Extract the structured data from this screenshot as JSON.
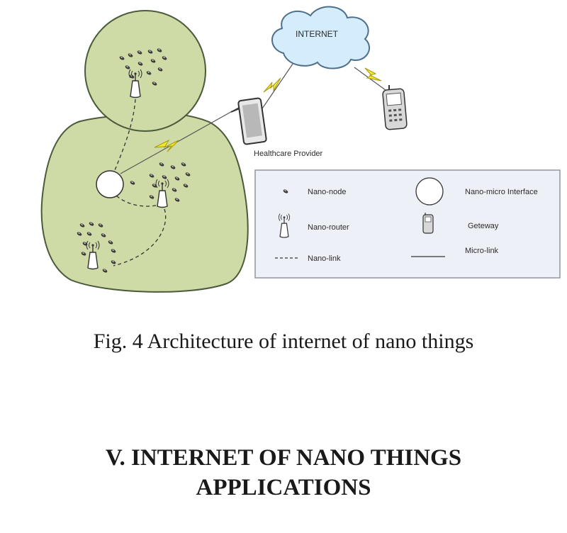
{
  "figure": {
    "internet_label": "INTERNET",
    "healthcare_label": "Healthcare Provider",
    "legend": {
      "nano_node": "Nano-node",
      "nano_router": "Nano-router",
      "nano_link": "Nano-link",
      "interface": "Nano-micro Interface",
      "gateway": "Geteway",
      "micro_link": "Micro-link"
    },
    "colors": {
      "body_fill": "#cfdba6",
      "body_stroke": "#4a5a3a",
      "legend_bg": "#eef0f7",
      "lightning": "#f2ea2a"
    }
  },
  "caption": "Fig. 4 Architecture of internet of nano things",
  "section": {
    "line1": "V. INTERNET OF NANO THINGS",
    "line2": "APPLICATIONS"
  }
}
